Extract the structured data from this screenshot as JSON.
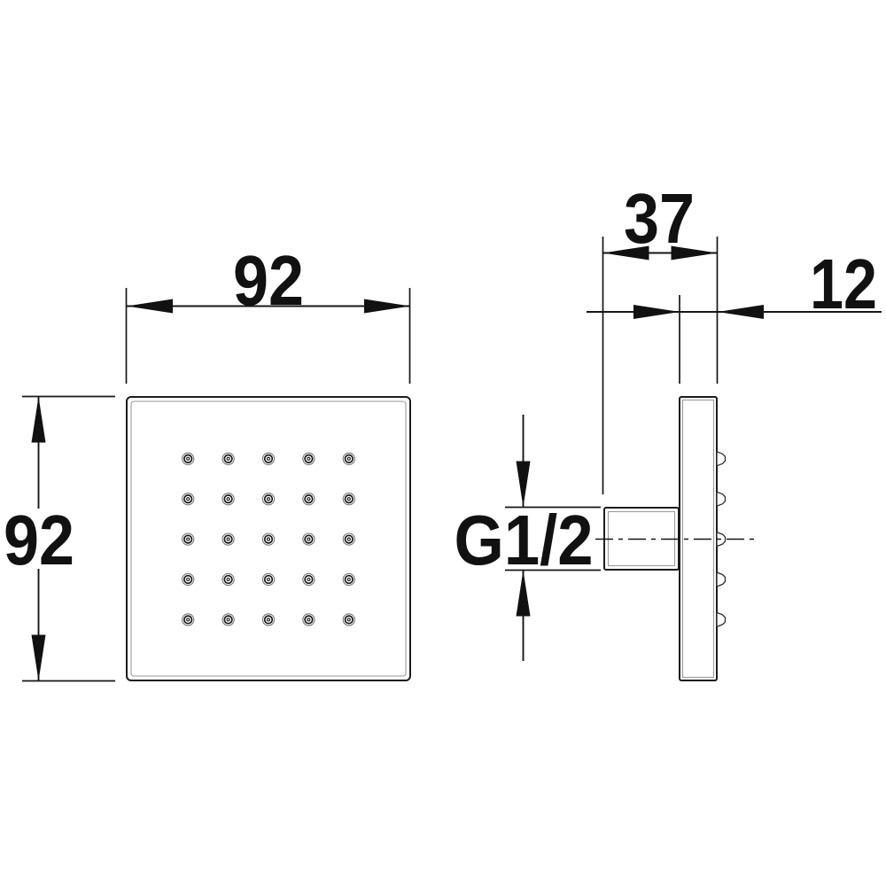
{
  "drawing": {
    "product": "square-shower-head-dimension-drawing",
    "front_view": {
      "width_label": "92",
      "height_label": "92",
      "nozzle_grid": {
        "rows": 5,
        "cols": 5
      }
    },
    "side_view": {
      "depth_label": "37",
      "thickness_label": "12",
      "thread_label": "G1/2",
      "nozzle_count": 5
    },
    "colors": {
      "line": "#1c1c1c",
      "thin_line": "#9a9a9a",
      "text": "#111111",
      "background": "#ffffff"
    }
  }
}
